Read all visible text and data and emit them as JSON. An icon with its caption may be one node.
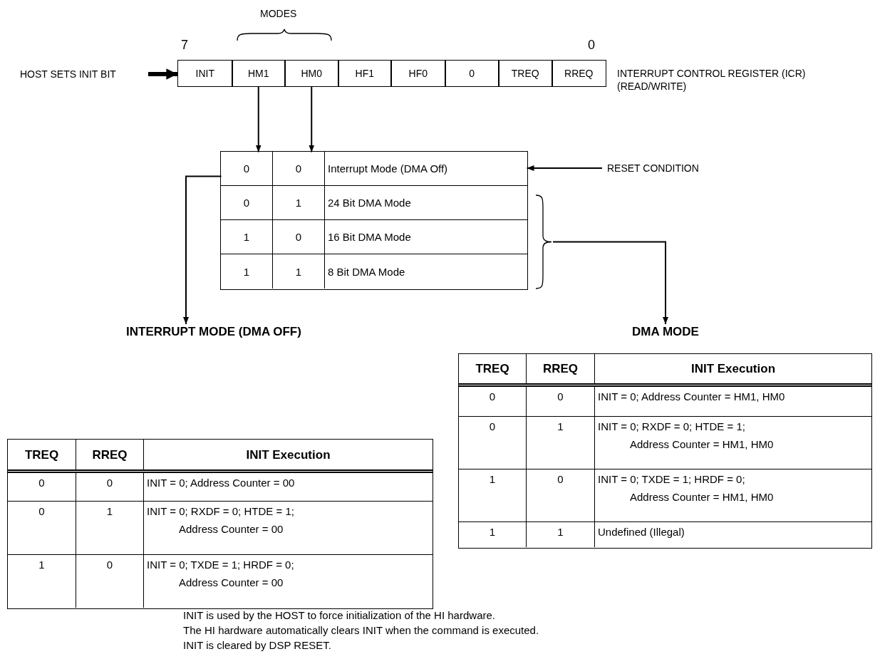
{
  "diagram": {
    "nodes": [
      {
        "text": [
          "HOST SETS INIT BIT"
        ]
      },
      {
        "text": [
          "INIT"
        ]
      },
      {
        "text": [
          "HM1"
        ]
      },
      {
        "text": [
          "HM0"
        ]
      },
      {
        "text": [
          "HF1"
        ]
      },
      {
        "text": [
          "HF0"
        ]
      },
      {
        "text": [
          "0"
        ]
      },
      {
        "text": [
          "TREQ"
        ]
      },
      {
        "text": [
          "RREQ"
        ]
      },
      {
        "text": [],
        "shape": "box"
      },
      {
        "text": [
          "0",
          "0",
          "Interrupt Mode (DMA Off)"
        ],
        "in": 9
      },
      {
        "text": [
          "0",
          "1",
          "24 Bit DMA Mode"
        ],
        "in": 9
      },
      {
        "text": [
          "1",
          "0",
          "16 Bit DMA Mode"
        ],
        "in": 9
      },
      {
        "text": [
          "1",
          "1",
          "8 Bit DMA Mode"
        ],
        "in": 9
      },
      {
        "text": [
          "RESET CONDITION"
        ]
      },
      {
        "text": [],
        "shape": "bracket"
      },
      {
        "text": [
          "INTERRUPT MODE (DMA OFF)"
        ]
      },
      {
        "text": [
          "DMA MODE"
        ]
      },
      {
        "text": [],
        "shape": "box"
      },
      {
        "text": [
          "TREQ",
          "RREQ",
          "INIT Execution"
        ],
        "in": 18
      },
      {
        "text": [
          "0",
          "0",
          "INIT = 0; Address Counter = HM1, HM0"
        ],
        "in": 18
      },
      {
        "text": [
          "0",
          "1",
          "INIT = 0; RXDF = 0; HTDE = 1; Address Counter = HM1, HM0"
        ],
        "in": 18
      },
      {
        "text": [
          "1",
          "0",
          "INIT = 0; TXDE = 1; HRDF = 0; Address Counter = HM1, HM0"
        ],
        "in": 18
      },
      {
        "text": [
          "1",
          "1",
          "Undefined (Illegal)"
        ],
        "in": 18
      },
      {
        "text": [],
        "shape": "box"
      },
      {
        "text": [
          "TREQ",
          "RREQ",
          "INIT Execution"
        ],
        "in": 24
      },
      {
        "text": [
          "0",
          "0",
          "INIT = 0; Address Counter = 00"
        ],
        "in": 24
      },
      {
        "text": [
          "0",
          "1",
          "INIT = 0; RXDF = 0; HTDE = 1; Address Counter = 00"
        ],
        "in": 24
      },
      {
        "text": [
          "1",
          "0",
          "INIT = 0; TXDE = 1; HRDF = 0; Address Counter = 00"
        ],
        "in": 24
      }
    ],
    "edges": [
      {
        "from": 0,
        "to": 1,
        "arrow": "to",
        "style": "thick"
      },
      {
        "from": 2,
        "to": 10,
        "arrow": "to"
      },
      {
        "from": 3,
        "to": 10,
        "arrow": "to"
      },
      {
        "from": 14,
        "to": 10,
        "arrow": "to"
      },
      {
        "from": 10,
        "to": 16,
        "arrow": "to"
      },
      {
        "from": 15,
        "to": 17,
        "arrow": "to"
      }
    ],
    "labels": [
      "MODES",
      "7",
      "0",
      "INTERRUPT CONTROL REGISTER (ICR) (READ/WRITE)",
      "INIT is used by the HOST to force initialization of the HI hardware.",
      "The HI hardware automatically clears INIT when the command is executed.",
      "INIT is cleared by DSP RESET."
    ]
  }
}
